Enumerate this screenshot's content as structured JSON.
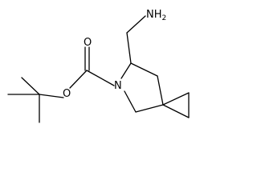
{
  "molecule": {
    "atom_labels": {
      "amine_n": "NH",
      "amine_h_count": "2",
      "ring_n": "N",
      "carbonyl_o": "O",
      "ester_o": "O"
    },
    "bond_color": "#000000"
  }
}
